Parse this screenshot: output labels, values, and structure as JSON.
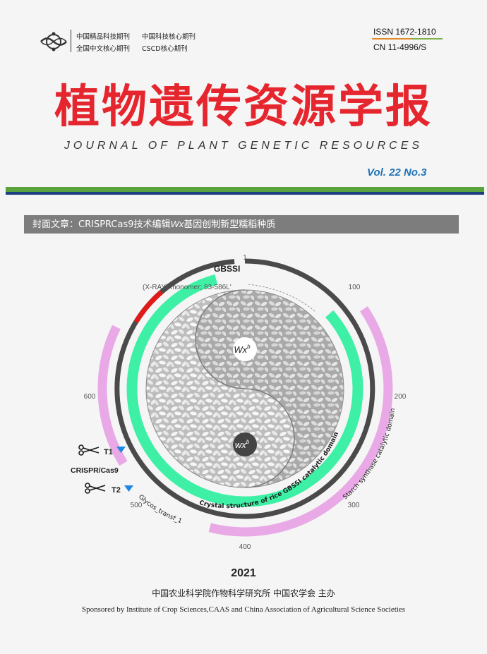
{
  "header": {
    "badges": [
      "中国精品科技期刊",
      "中国科技核心期刊",
      "全国中文核心期刊",
      "CSCD核心期刊"
    ],
    "issn": "ISSN  1672-1810",
    "cn": "CN  11-4996/S"
  },
  "journal": {
    "title_cn": "植物遗传资源学报",
    "title_en": "JOURNAL OF PLANT GENETIC RESOURCES",
    "volume": "Vol. 22  No.3"
  },
  "cover_article": {
    "prefix": "封面文章：CRISPRCas9技术编辑",
    "gene": "Wx",
    "suffix": "基因创制新型糯稻种质"
  },
  "figure": {
    "protein": "GBSSI",
    "structure_note": "(X-RAY) monomer; 83-586L'",
    "ticks": [
      "1",
      "100",
      "200",
      "300",
      "400",
      "500",
      "600"
    ],
    "domains": [
      "Crystal structure of rice GBSSI catalytic domain",
      "Starch synthase catalytic domain",
      "Glycos_transf_1"
    ],
    "allele_top": "Wx",
    "allele_bottom": "wx",
    "allele_sup": "b",
    "targets": [
      "T1",
      "T2"
    ],
    "tool": "CRISPR/Cas9",
    "colors": {
      "backbone": "#4a4a4a",
      "crystal": "#3ef0a6",
      "catalytic": "#e8a9e6",
      "edit": "#e01919",
      "target": "#1e88e5"
    }
  },
  "footer": {
    "year": "2021",
    "sponsor_cn": "中国农业科学院作物科学研究所  中国农学会   主办",
    "sponsor_en": "Sponsored by Institute of Crop Sciences,CAAS and China Association of Agricultural Science Societies"
  }
}
